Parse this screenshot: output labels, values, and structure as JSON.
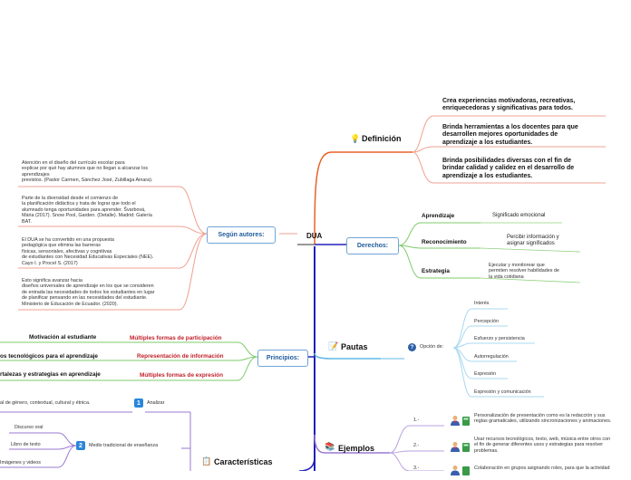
{
  "center": "DUA",
  "definicion": {
    "title": "Definición",
    "items": [
      "Crea experiencias motivadoras, recreativas,\nenriquecedoras y significativas para todos.",
      "Brinda herramientas a los docentes para que\ndesarrollen mejores oportunidades de\naprendizaje a los estudiantes.",
      "Brinda posibilidades diversas con el fin de\nbrindar calidad y calidez en el desarrollo de\naprendizaje a los estudiantes."
    ]
  },
  "derechos": {
    "title": "Derechos:",
    "rows": [
      {
        "label": "Aprendizaje",
        "value": "Significado emocional"
      },
      {
        "label": "Reconocimiento",
        "value": "Percibir información y\nasignar significados"
      },
      {
        "label": "Estrategia",
        "value": "Ejecutar y monitorear que\npermiten resolver habilidades de\nla vida cotidiana"
      }
    ]
  },
  "segun": {
    "title": "Según autores:",
    "items": [
      "Atención en el diseño del currículo escolar para\nexplicar por qué hay alumnos que no llegan a alcanzar los\naprendizajes\nprevistos. (Pastor Carmen, Sánchez José, Zubillaga Ainara).",
      "Parte de la diversidad desde el comienzo de\nla planificación didáctica y trata de lograr que todo el\nalumnado tenga oportunidades para aprender. Švarbová,\nMária (2017). Snow Pool, Garden. (Detalle). Madrid: Galería\nBAT.",
      "El DUA se ha convertido en una propuesta\npedagógica que elimina las barreras\nfísicas, sensoriales, afectivas y cognitivas\nde estudiantes con Necesidad Educativas Especiales (NEE).\nCayo I. y Procel S. (2017)",
      "Esto significa avanzar hacia\ndiseños universales de aprendizaje en los que se consideren\nde entrada las necesidades de todos los estudiantes en lugar\nde planificar pensando en las necesidades del estudiante.\nMinisterio de Educación de Ecuador. (2020)."
    ]
  },
  "principios": {
    "title": "Principios:",
    "rows": [
      {
        "label": "Motivación al estudiante",
        "value": "Múltiples formas de participación"
      },
      {
        "label": "os tecnológicos para el aprendizaje",
        "value": "Representación de información"
      },
      {
        "label": "rtalezas y estrategias en aprendizaje",
        "value": "Múltiples formas de expresión"
      }
    ]
  },
  "pautas": {
    "title": "Pautas",
    "option_label": "Opción de:",
    "items": [
      "Interés",
      "Percepción",
      "Esfuerzo y persistencia",
      "Autorregulación",
      "Expresión",
      "Expresión y comunicación"
    ]
  },
  "ejemplos": {
    "title": "Ejemplos",
    "items": [
      {
        "num": "1.-",
        "text": "Personalización de presentación como es la redacción y sus\nreglas gramaticales, utilizando sincronizaciones y animaciones."
      },
      {
        "num": "2.-",
        "text": "Usar recursos tecnológicos, texto, web, música entre otros con\nel fin de generar diferentes usos y estrategias para resolver\nproblemas."
      },
      {
        "num": "3.-",
        "text": "Colaboración en grupos asignando roles, para que la actividad"
      }
    ]
  },
  "caracteristicas": {
    "title": "Características",
    "groups": [
      {
        "num": "1",
        "label": "Analizar",
        "item": "al de género, contextual, cultural y étnica."
      },
      {
        "num": "2",
        "label": "Medio tradicional de enseñanza",
        "items": [
          "Discurso oral",
          "Libro de texto",
          "Imágenes y videos"
        ]
      }
    ]
  },
  "colors": {
    "orange": "#e8622a",
    "navy": "#1f1fb0",
    "green": "#7ecb6a",
    "blue": "#62b8e6",
    "salmon": "#f0a090",
    "purple": "#9a7ad0"
  }
}
